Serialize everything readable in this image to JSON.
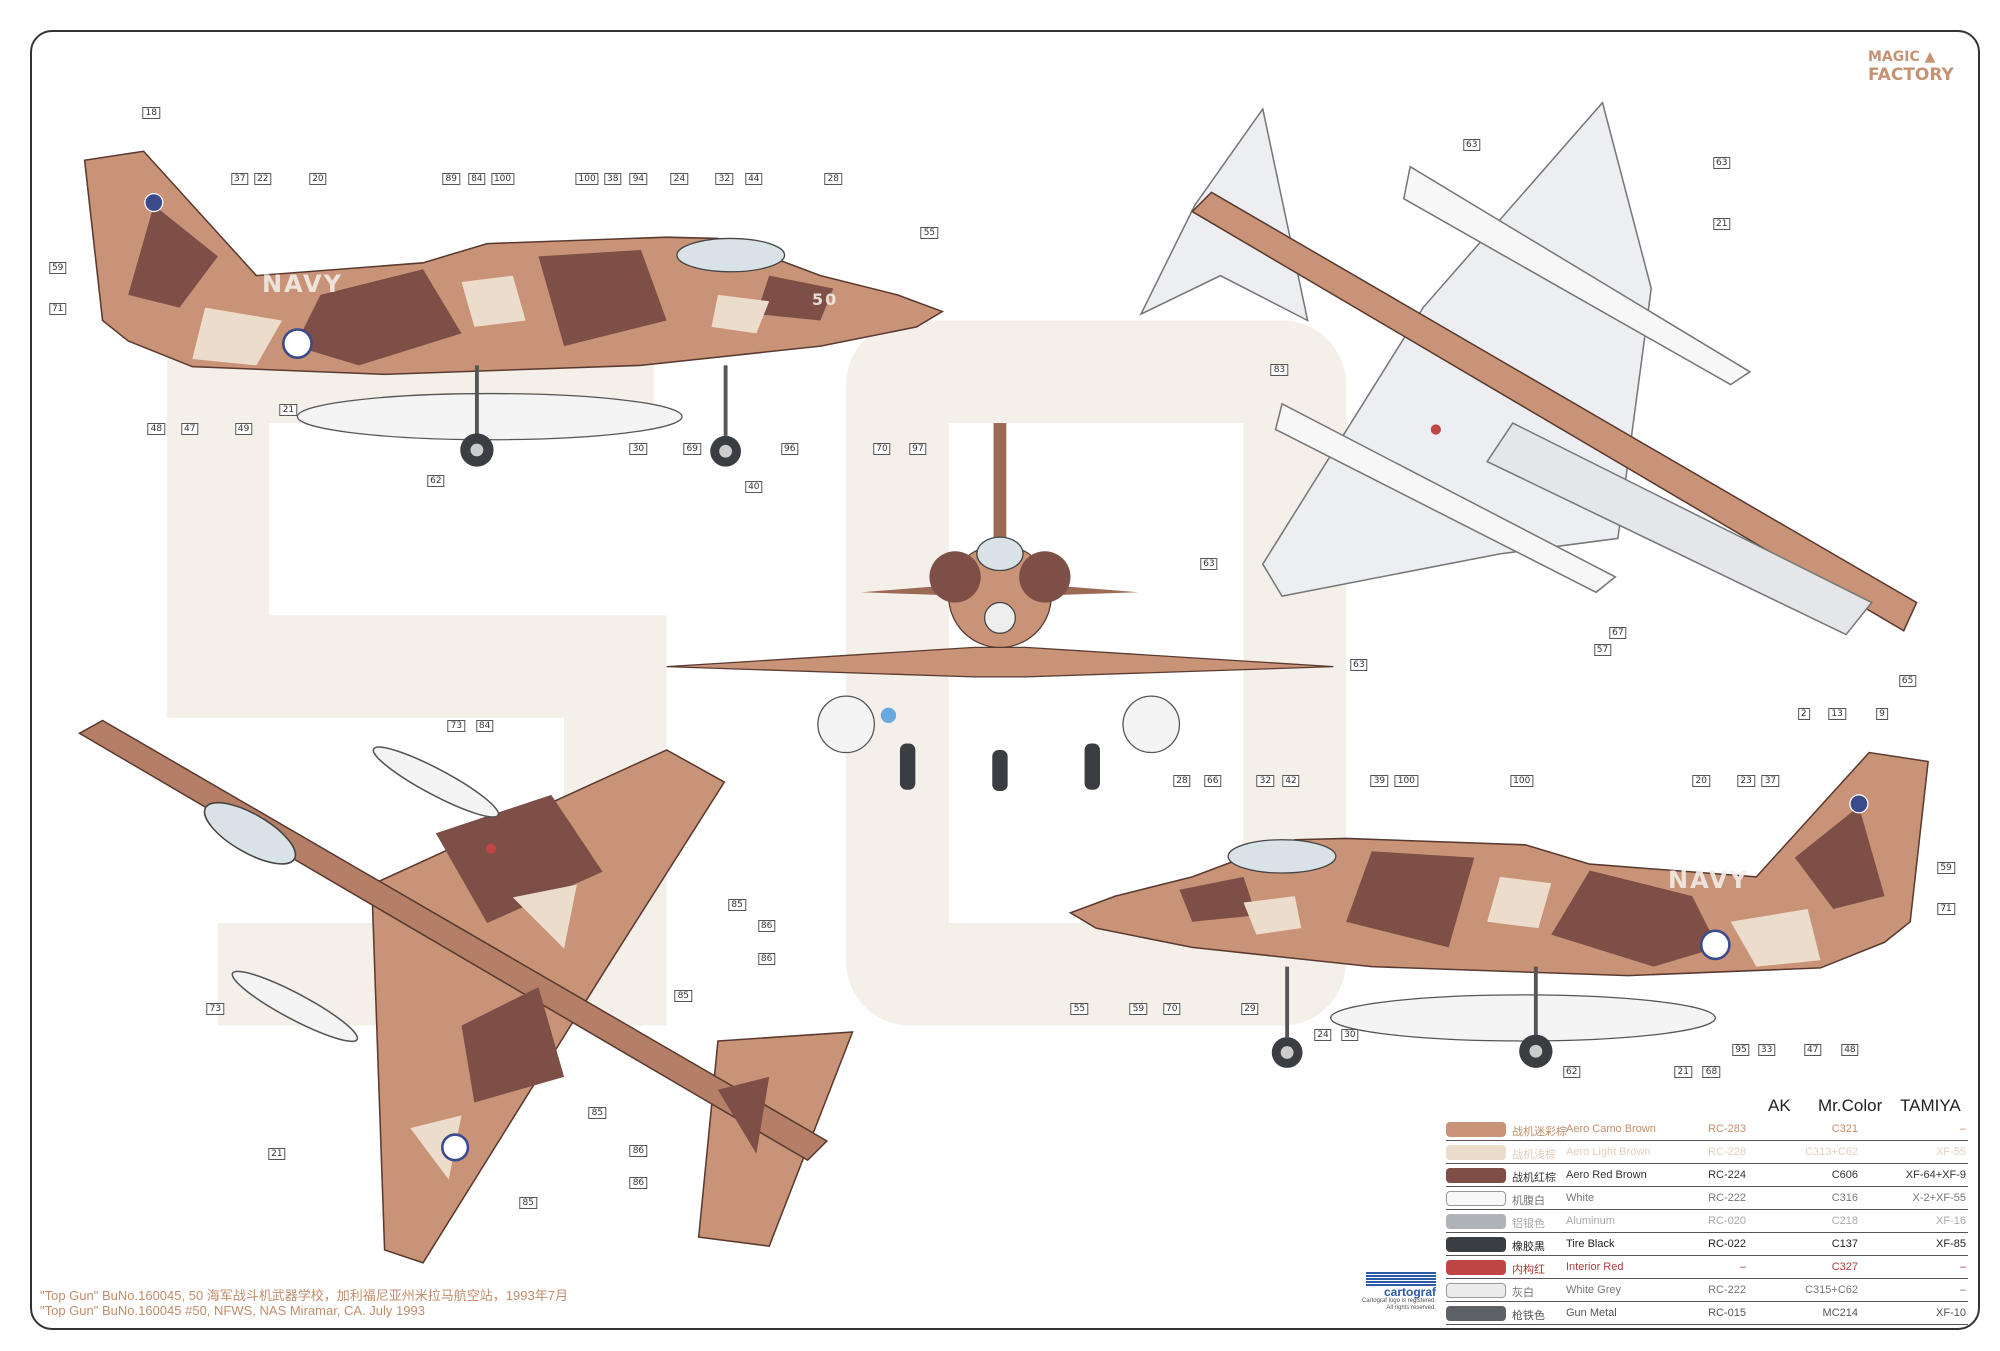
{
  "brand": {
    "line1": "MAGIC",
    "line2": "FACTORY"
  },
  "caption": {
    "chinese": "\"Top Gun\" BuNo.160045, 50 海军战斗机武器学校，加利福尼亚州米拉马航空站，1993年7月",
    "english": "\"Top Gun\" BuNo.160045 #50, NFWS, NAS Miramar, CA. July 1993"
  },
  "markings": {
    "side_number": "50",
    "service": "NAVY"
  },
  "cartograf": {
    "name": "cartograf",
    "note1": "Cartograf logo is registered.",
    "note2": "All rights reserved."
  },
  "colors": {
    "headers": {
      "ak": "AK",
      "mr": "Mr.Color",
      "tamiya": "TAMIYA"
    },
    "rows": [
      {
        "cn": "战机迷彩棕",
        "en": "Aero Camo Brown",
        "ak": "RC-283",
        "mr": "C321",
        "tamiya": "–",
        "swatch": "#c99378",
        "text": "#c48d6b"
      },
      {
        "cn": "战机浅棕",
        "en": "Aero Light Brown",
        "ak": "RC-228",
        "mr": "C313+C62",
        "tamiya": "XF-55",
        "swatch": "#ecdccb",
        "text": "#e3cfba"
      },
      {
        "cn": "战机红棕",
        "en": "Aero Red Brown",
        "ak": "RC-224",
        "mr": "C606",
        "tamiya": "XF-64+XF-9",
        "swatch": "#7d4f47",
        "text": "#333333"
      },
      {
        "cn": "机腹白",
        "en": "White",
        "ak": "RC-222",
        "mr": "C316",
        "tamiya": "X-2+XF-55",
        "swatch": "#f8f8f8",
        "text": "#777777"
      },
      {
        "cn": "铝银色",
        "en": "Aluminum",
        "ak": "RC-020",
        "mr": "C218",
        "tamiya": "XF-16",
        "swatch": "#b0b4b8",
        "text": "#a9a9a9"
      },
      {
        "cn": "橡胶黑",
        "en": "Tire Black",
        "ak": "RC-022",
        "mr": "C137",
        "tamiya": "XF-85",
        "swatch": "#3a3d42",
        "text": "#222222"
      },
      {
        "cn": "内构红",
        "en": "Interior Red",
        "ak": "–",
        "mr": "C327",
        "tamiya": "–",
        "swatch": "#c04545",
        "text": "#b03c3c"
      },
      {
        "cn": "灰白",
        "en": "White Grey",
        "ak": "RC-222",
        "mr": "C315+C62",
        "tamiya": "–",
        "swatch": "#ececec",
        "text": "#777777"
      },
      {
        "cn": "枪铁色",
        "en": "Gun Metal",
        "ak": "RC-015",
        "mr": "MC214",
        "tamiya": "XF-10",
        "swatch": "#5e6166",
        "text": "#555555"
      }
    ]
  },
  "callouts": {
    "side_left": [
      "18",
      "37",
      "22",
      "20",
      "89",
      "84",
      "100",
      "100",
      "38",
      "94",
      "24",
      "32",
      "44",
      "28",
      "55",
      "59",
      "71",
      "48",
      "47",
      "49",
      "21",
      "62",
      "30",
      "69",
      "40",
      "96",
      "70",
      "97"
    ],
    "side_right": [
      "2",
      "13",
      "9",
      "28",
      "66",
      "32",
      "42",
      "39",
      "100",
      "100",
      "20",
      "23",
      "37",
      "59",
      "71",
      "55",
      "59",
      "70",
      "29",
      "24",
      "30",
      "62",
      "21",
      "68",
      "95",
      "33",
      "47",
      "48"
    ],
    "underside": [
      "63",
      "63",
      "21",
      "83",
      "63",
      "63",
      "57",
      "67",
      "65"
    ],
    "topside": [
      "73",
      "84",
      "85",
      "86",
      "86",
      "85",
      "73",
      "85",
      "86",
      "86",
      "85",
      "21"
    ]
  }
}
